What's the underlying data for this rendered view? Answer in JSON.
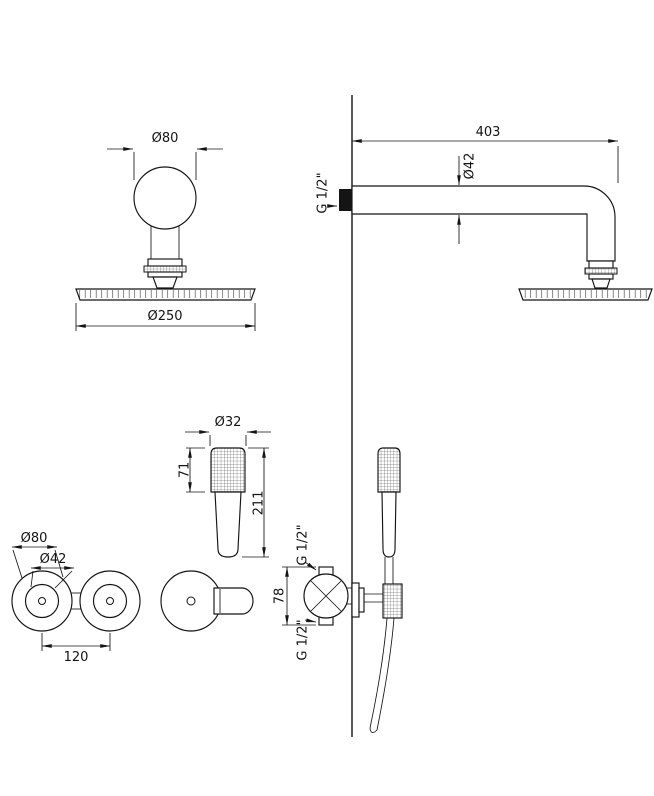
{
  "drawing": {
    "background": "#ffffff",
    "line_color": "#141414",
    "views": {
      "overhead_shower_front": {
        "flange_diameter": "Ø80",
        "head_diameter": "Ø250"
      },
      "overhead_shower_side": {
        "arm_length": "403",
        "arm_diameter": "Ø42",
        "wall_connection": "G 1/2\""
      },
      "hand_shower": {
        "head_diameter": "Ø32",
        "head_length": "71",
        "total_length": "211"
      },
      "mixer_valves": {
        "handle_diameter": "Ø80",
        "rosette_diameter": "Ø42",
        "centers_distance": "120"
      },
      "wall_elbow": {
        "top_connection": "G 1/2\"",
        "bottom_connection": "G 1/2\"",
        "body_height": "78"
      }
    }
  }
}
